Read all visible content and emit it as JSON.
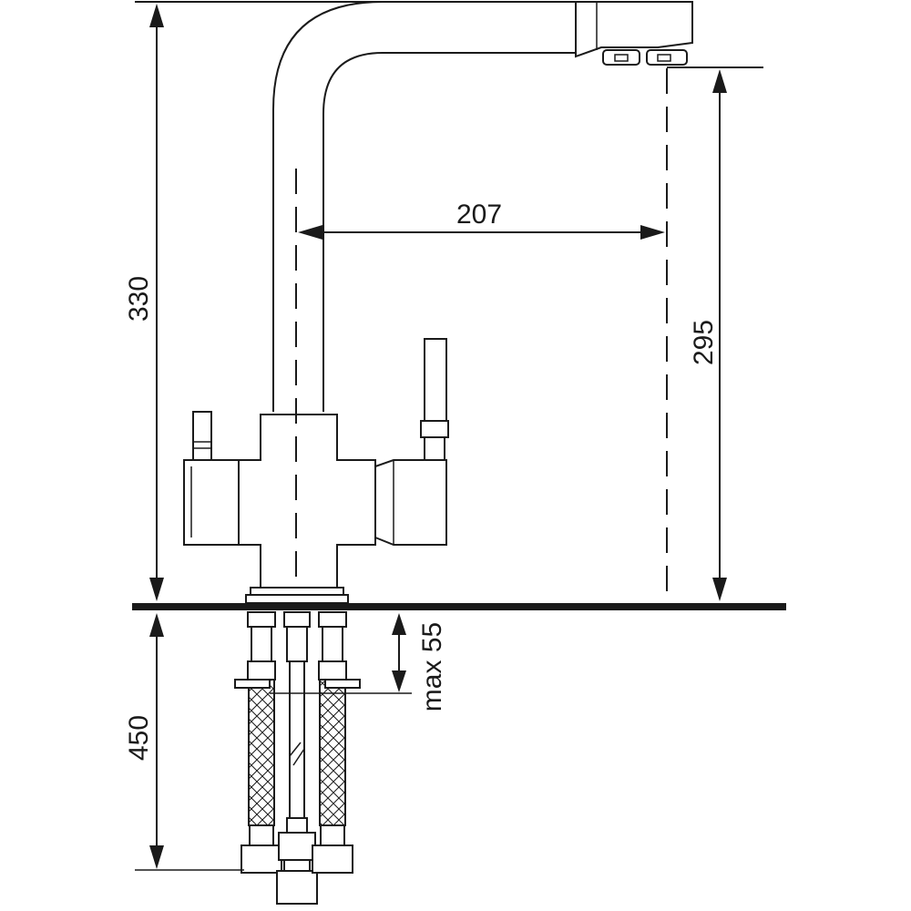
{
  "dimensions": {
    "total_height": "330",
    "spout_reach": "207",
    "spout_height": "295",
    "hose_length": "450",
    "mount_thickness": "max 55"
  },
  "colors": {
    "line": "#1a1a1a",
    "background": "#ffffff"
  }
}
